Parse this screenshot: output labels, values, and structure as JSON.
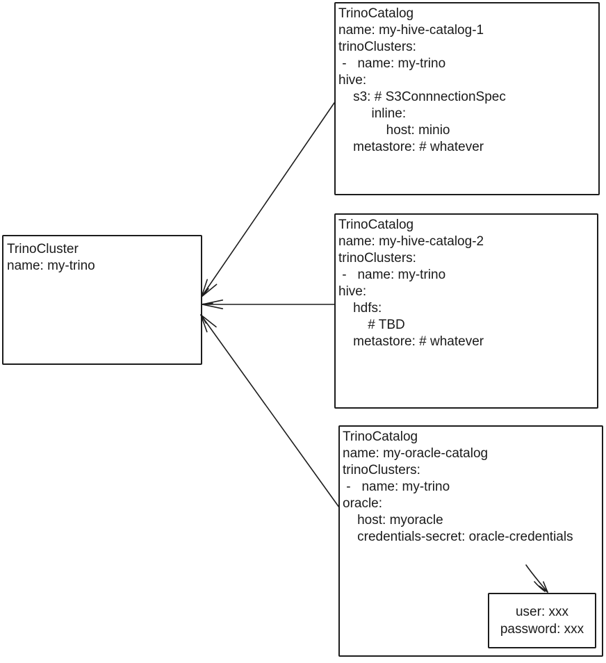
{
  "colors": {
    "background": "#ffffff",
    "ink": "#1c1c1c"
  },
  "cluster": {
    "lines": [
      "TrinoCluster",
      "name: my-trino"
    ]
  },
  "catalogs": [
    {
      "lines": [
        "TrinoCatalog",
        "name: my-hive-catalog-1",
        "trinoClusters:",
        " -   name: my-trino",
        "hive:",
        "    s3: # S3ConnnectionSpec",
        "         inline:",
        "             host: minio",
        "    metastore: # whatever"
      ]
    },
    {
      "lines": [
        "TrinoCatalog",
        "name: my-hive-catalog-2",
        "trinoClusters:",
        " -   name: my-trino",
        "hive:",
        "    hdfs:",
        "        # TBD",
        "    metastore: # whatever"
      ]
    },
    {
      "lines": [
        "TrinoCatalog",
        "name: my-oracle-catalog",
        "trinoClusters:",
        " -   name: my-trino",
        "oracle:",
        "    host: myoracle",
        "    credentials-secret: oracle-credentials"
      ]
    }
  ],
  "credentials": {
    "lines": [
      "user: xxx",
      "password: xxx"
    ]
  }
}
